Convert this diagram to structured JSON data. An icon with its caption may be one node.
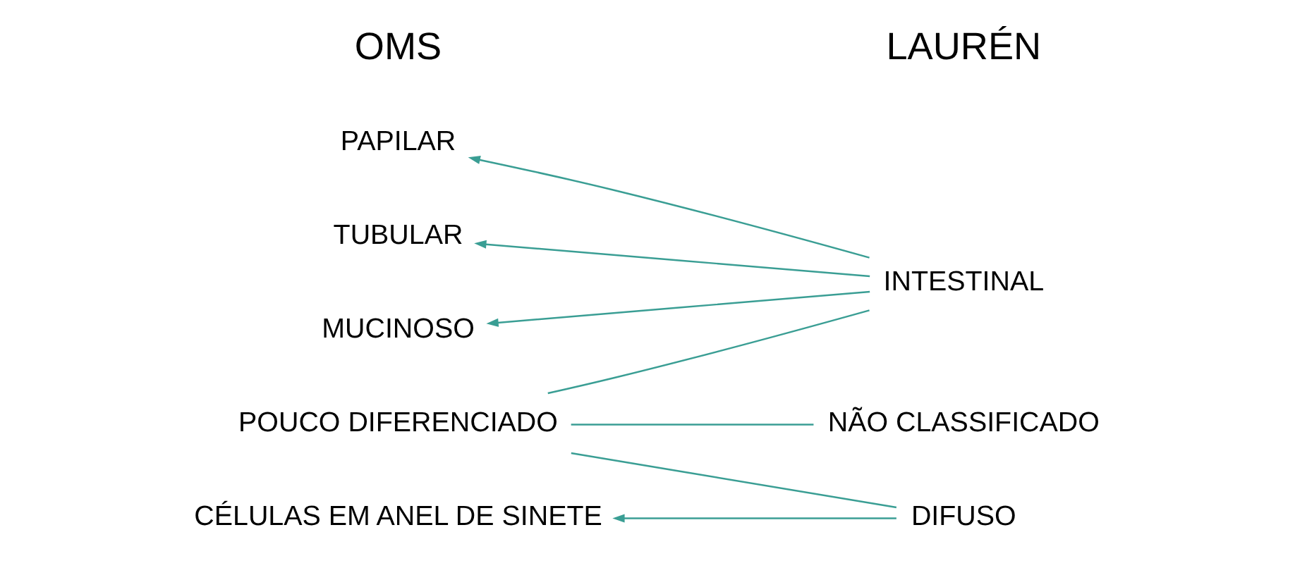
{
  "diagram": {
    "nodes": [
      {
        "text": [
          "PAPILAR"
        ]
      },
      {
        "text": [
          "TUBULAR"
        ]
      },
      {
        "text": [
          "MUCINOSO"
        ]
      },
      {
        "text": [
          "POUCO DIFERENCIADO"
        ]
      },
      {
        "text": [
          "CÉLULAS EM ANEL DE SINETE"
        ]
      },
      {
        "text": [
          "INTESTINAL"
        ]
      },
      {
        "text": [
          "NÃO CLASSIFICADO"
        ]
      },
      {
        "text": [
          "DIFUSO"
        ]
      }
    ],
    "edges": [
      {
        "from": 5,
        "to": 0,
        "arrow": "to"
      },
      {
        "from": 5,
        "to": 1,
        "arrow": "to"
      },
      {
        "from": 5,
        "to": 2,
        "arrow": "to"
      },
      {
        "from": 5,
        "to": 3,
        "arrow": "none"
      },
      {
        "from": 6,
        "to": 3,
        "arrow": "none"
      },
      {
        "from": 7,
        "to": 3,
        "arrow": "none"
      },
      {
        "from": 7,
        "to": 4,
        "arrow": "to"
      }
    ],
    "labels": [
      "OMS",
      "LAURÉN"
    ]
  }
}
